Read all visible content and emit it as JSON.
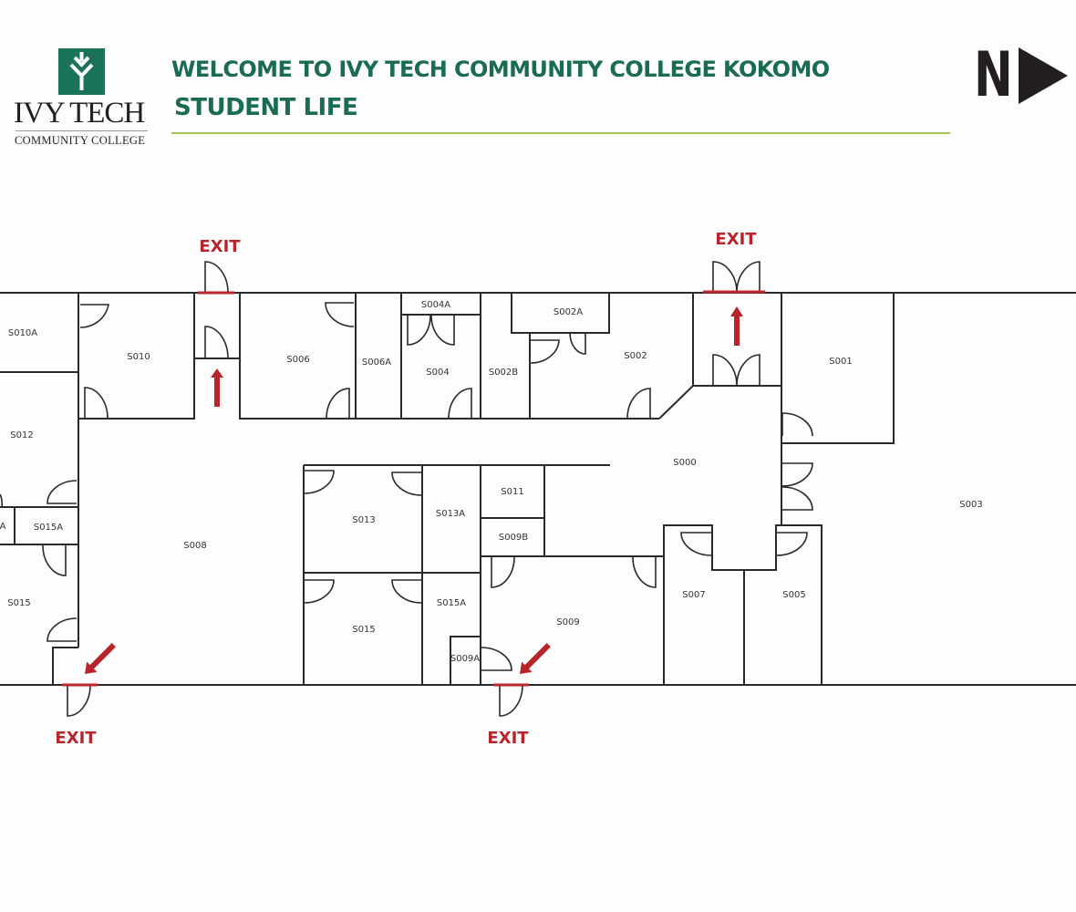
{
  "header": {
    "logo": {
      "name": "IVY TECH",
      "subtitle": "COMMUNITY COLLEGE",
      "icon": "ivy-leaf-icon",
      "brand_color": "#1a7358"
    },
    "title": "WELCOME TO IVY TECH COMMUNITY COLLEGE KOKOMO",
    "subtitle": "STUDENT LIFE",
    "title_color": "#1a6b53",
    "rule_color": "#9cc95a",
    "compass": {
      "letter": "N",
      "icon": "north-arrow-icon"
    }
  },
  "map": {
    "exit_color": "#b7242a",
    "exits": [
      {
        "id": "exit-north-west",
        "label": "EXIT"
      },
      {
        "id": "exit-north-east",
        "label": "EXIT"
      },
      {
        "id": "exit-south-west",
        "label": "EXIT"
      },
      {
        "id": "exit-south-center",
        "label": "EXIT"
      }
    ],
    "rooms": [
      {
        "id": "S010A",
        "label": "S010A"
      },
      {
        "id": "S010",
        "label": "S010"
      },
      {
        "id": "S006",
        "label": "S006"
      },
      {
        "id": "S006A",
        "label": "S006A"
      },
      {
        "id": "S004A",
        "label": "S004A"
      },
      {
        "id": "S004",
        "label": "S004"
      },
      {
        "id": "S002B",
        "label": "S002B"
      },
      {
        "id": "S002A",
        "label": "S002A"
      },
      {
        "id": "S002",
        "label": "S002"
      },
      {
        "id": "S001",
        "label": "S001"
      },
      {
        "id": "S012",
        "label": "S012"
      },
      {
        "id": "S000",
        "label": "S000"
      },
      {
        "id": "S003",
        "label": "S003"
      },
      {
        "id": "S015A-left-edge",
        "label": "A"
      },
      {
        "id": "S015A-west",
        "label": "S015A"
      },
      {
        "id": "S008",
        "label": "S008"
      },
      {
        "id": "S013",
        "label": "S013"
      },
      {
        "id": "S013A",
        "label": "S013A"
      },
      {
        "id": "S011",
        "label": "S011"
      },
      {
        "id": "S009B",
        "label": "S009B"
      },
      {
        "id": "S015-west",
        "label": "S015"
      },
      {
        "id": "S015",
        "label": "S015"
      },
      {
        "id": "S015A",
        "label": "S015A"
      },
      {
        "id": "S009",
        "label": "S009"
      },
      {
        "id": "S009A",
        "label": "S009A"
      },
      {
        "id": "S007",
        "label": "S007"
      },
      {
        "id": "S005",
        "label": "S005"
      }
    ]
  }
}
